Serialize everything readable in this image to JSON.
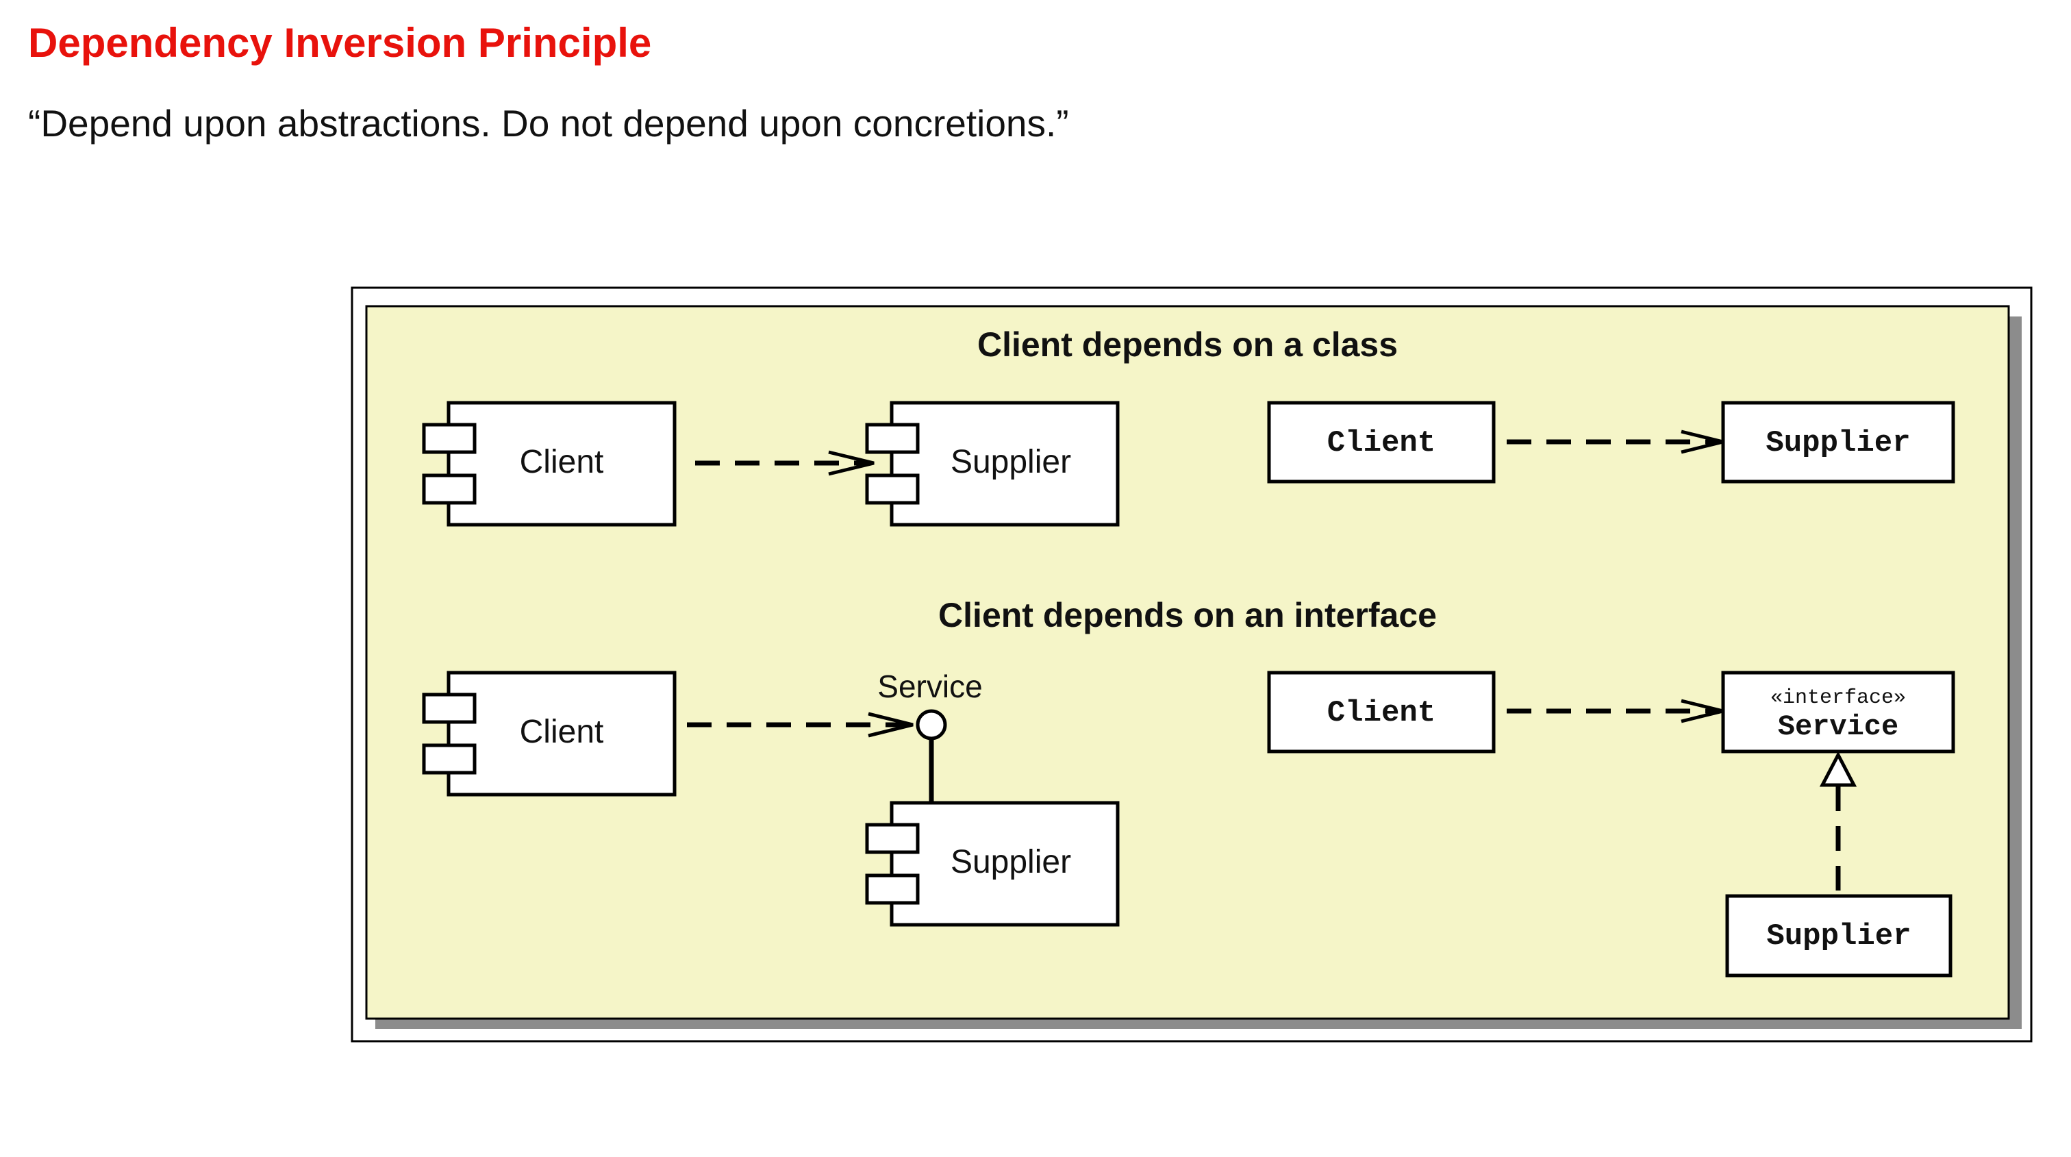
{
  "page": {
    "title": "Dependency Inversion Principle",
    "quote": "“Depend upon abstractions. Do not depend upon concretions.”"
  },
  "colors": {
    "title": "#e8120c",
    "panel_fill": "#f5f5c8",
    "shadow": "#8c8c8c",
    "stroke": "#000000"
  },
  "diagram": {
    "section_class": {
      "heading": "Client depends on a class",
      "component_client": "Client",
      "component_supplier": "Supplier",
      "class_client": "Client",
      "class_supplier": "Supplier"
    },
    "section_interface": {
      "heading": "Client depends on an interface",
      "component_client": "Client",
      "interface_label": "Service",
      "component_supplier": "Supplier",
      "class_client": "Client",
      "stereotype": "«interface»",
      "class_service": "Service",
      "class_supplier": "Supplier"
    }
  }
}
